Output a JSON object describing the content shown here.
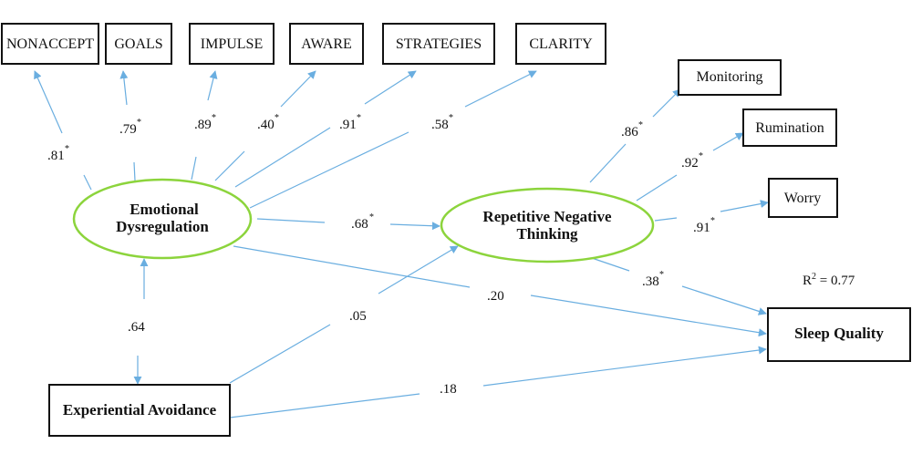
{
  "colors": {
    "arrow": "#6aaee0",
    "latent_stroke": "#8cd43c",
    "box_stroke": "#111111"
  },
  "indicators": {
    "nonaccept": "NONACCEPT",
    "goals": "GOALS",
    "impulse": "IMPULSE",
    "aware": "AWARE",
    "strategies": "STRATEGIES",
    "clarity": "CLARITY",
    "monitoring": "Monitoring",
    "rumination": "Rumination",
    "worry": "Worry"
  },
  "latents": {
    "emotional_line1": "Emotional",
    "emotional_line2": "Dysregulation",
    "rnt_line1": "Repetitive Negative",
    "rnt_line2": "Thinking"
  },
  "observed": {
    "experiential_avoidance": "Experiential Avoidance",
    "sleep_quality": "Sleep Quality"
  },
  "coefficients": {
    "nonaccept": ".81",
    "goals": ".79",
    "impulse": ".89",
    "aware": ".40",
    "strategies": ".91",
    "clarity": ".58",
    "monitoring": ".86",
    "rumination": ".92",
    "worry": ".91",
    "ed_to_rnt": ".68",
    "rnt_to_sleep": ".38",
    "ed_to_sleep": ".20",
    "ea_to_ed": ".64",
    "ea_to_rnt": ".05",
    "ea_to_sleep": ".18",
    "significance_mark": "*"
  },
  "r_squared": {
    "label": "R",
    "superscript": "2",
    "value": " = 0.77"
  }
}
